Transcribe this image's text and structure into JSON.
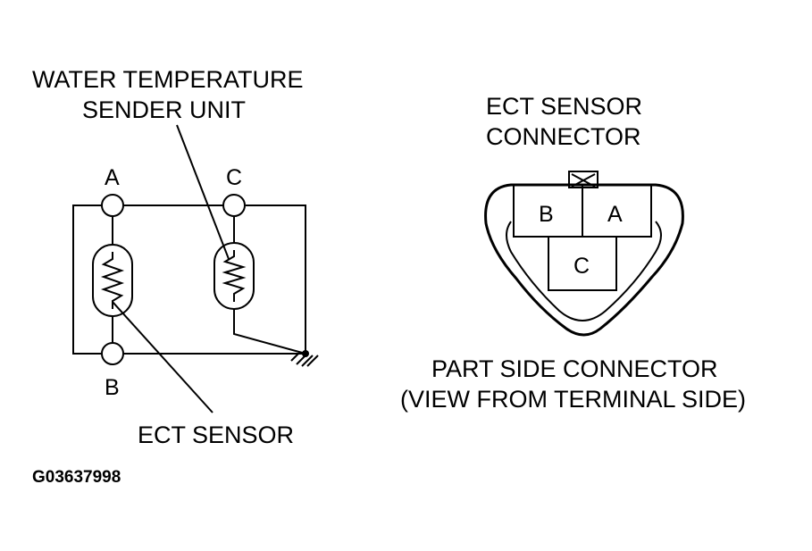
{
  "circuit": {
    "water_temp_label_line1": "WATER TEMPERATURE",
    "water_temp_label_line2": "SENDER UNIT",
    "ect_sensor_label": "ECT SENSOR",
    "terminal_a": "A",
    "terminal_b": "B",
    "terminal_c": "C"
  },
  "connector": {
    "title_line1": "ECT SENSOR",
    "title_line2": "CONNECTOR",
    "pin_b": "B",
    "pin_a": "A",
    "pin_c": "C",
    "caption_line1": "PART SIDE CONNECTOR",
    "caption_line2": "(VIEW FROM TERMINAL SIDE)"
  },
  "figure_code": "G03637998"
}
